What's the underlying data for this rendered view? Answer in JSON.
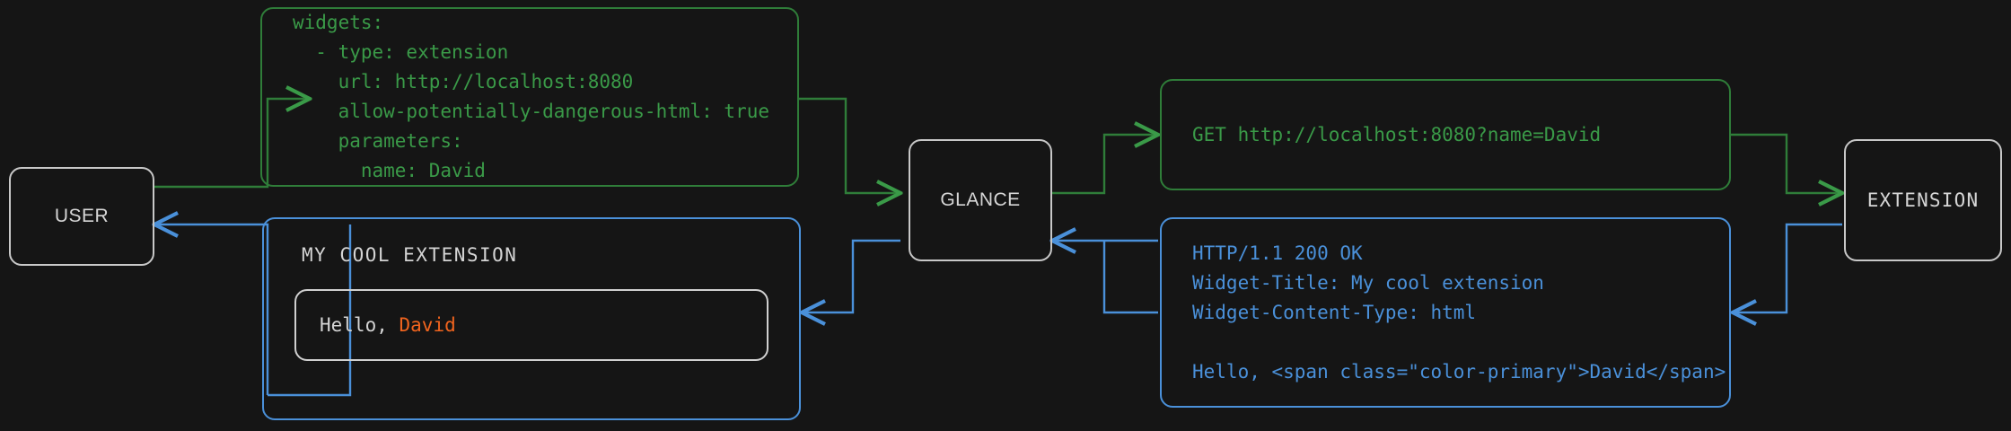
{
  "diagram": {
    "title": "Glance extension widget request flow",
    "background_color": "#151515",
    "colors": {
      "request_green": "#3a9a48",
      "response_blue": "#4a90d9",
      "node_border": "#c8c8c8",
      "text_light": "#d4d4d4",
      "accent_orange": "#f0641e"
    }
  },
  "nodes": {
    "user": {
      "label": "USER"
    },
    "glance": {
      "label": "GLANCE"
    },
    "extension": {
      "label": "EXTENSION"
    }
  },
  "config_box": {
    "lines": [
      "widgets:",
      "  - type: extension",
      "    url: http://localhost:8080",
      "    allow-potentially-dangerous-html: true",
      "    parameters:",
      "      name: David"
    ]
  },
  "request_box": {
    "lines": [
      "GET http://localhost:8080?name=David"
    ]
  },
  "response_box": {
    "lines": [
      "HTTP/1.1 200 OK",
      "Widget-Title: My cool extension",
      "Widget-Content-Type: html",
      "",
      "Hello, <span class=\"color-primary\">David</span>"
    ]
  },
  "widget_box": {
    "title": "MY COOL EXTENSION",
    "greeting_prefix": "Hello, ",
    "greeting_name": "David"
  }
}
